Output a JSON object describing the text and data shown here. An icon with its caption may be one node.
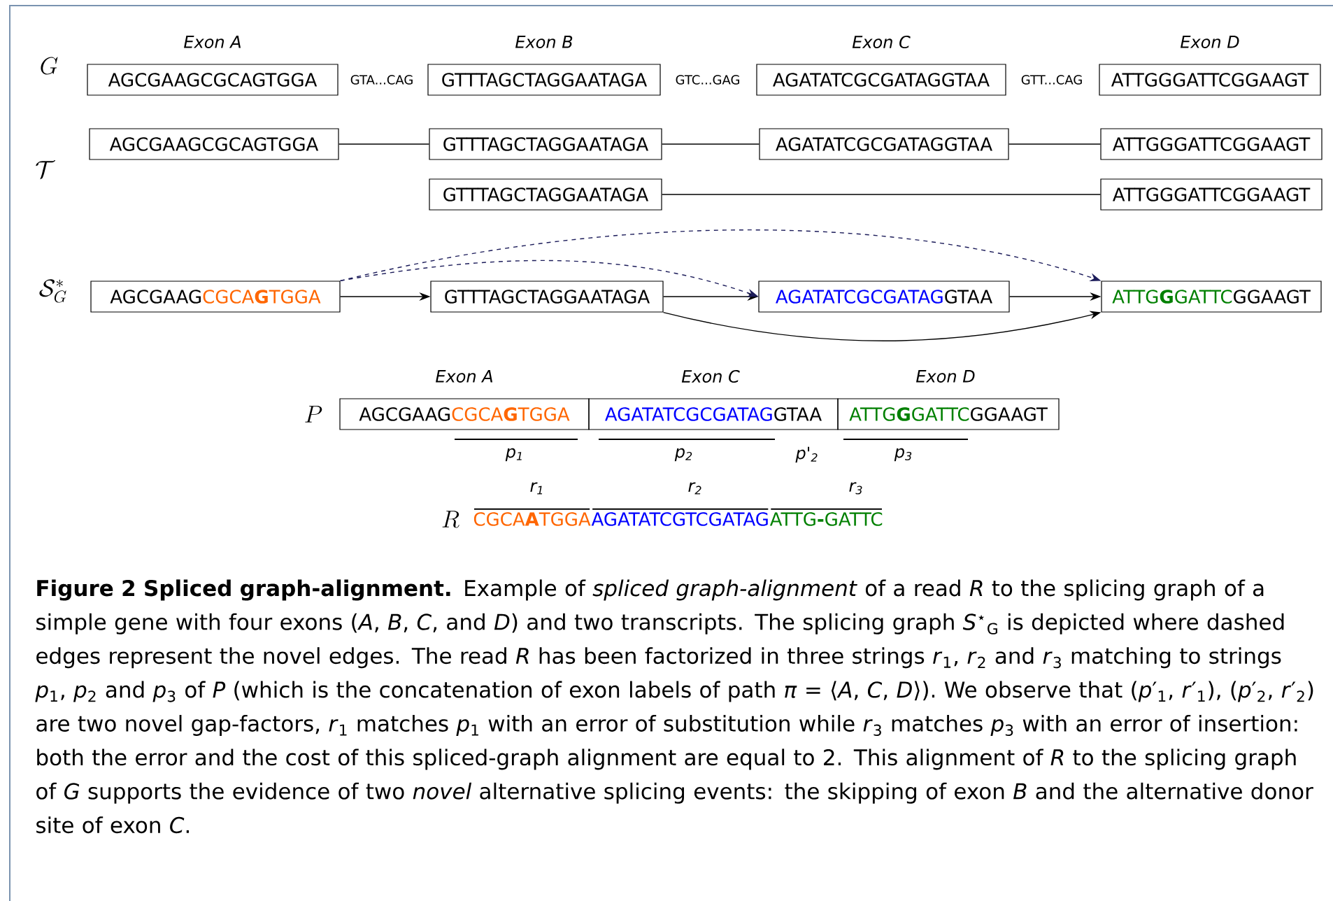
{
  "diagram": {
    "caption": "**Figure 2 Spliced graph-alignment.** Example of *spliced graph-alignment* of a read *R* to the splicing graph of a simple gene with four exons (*A*, *B*, *C*, and *D*) and two transcripts. The splicing graph *S*$^{⋆}$$_{G}$ is depicted where dashed edges represent the novel edges. The read *R* has been factorized in three strings *r*$_{1}$, *r*$_{2}$ and *r*$_{3}$ matching to strings *p*$_{1}$, *p*$_{2}$ and *p*$_{3}$ of *P* (which is the concatenation of exon labels of path *π* = ⟨*A*, *C*, *D*⟩). We observe that (*p*′$_{1}$, *r*′$_{1}$), (*p*′$_{2}$, *r*′$_{2}$) are two novel gap-factors, *r*$_{1}$ matches *p*$_{1}$ with an error of substitution while *r*$_{3}$ matches *p*$_{3}$ with an error of insertion: both the error and the cost of this spliced-graph alignment are equal to 2. This alignment of *R* to the splicing graph of *G* supports the evidence of two *novel* alternative splicing events: the skipping of exon *B* and the alternative donor site of exon *C*.",
    "nodes": [
      {
        "text": [
          "AGCGAAGCGCAGTGGA"
        ]
      },
      {
        "text": [
          "GTTTAGCTAGGAATAGA"
        ]
      },
      {
        "text": [
          "AGATATCGCGATAGGTAA"
        ]
      },
      {
        "text": [
          "ATTGGGATTCGGAAGT"
        ]
      },
      {
        "text": [
          "AGCGAAGCGCAGTGGA"
        ]
      },
      {
        "text": [
          "GTTTAGCTAGGAATAGA"
        ]
      },
      {
        "text": [
          "AGATATCGCGATAGGTAA"
        ]
      },
      {
        "text": [
          "ATTGGGATTCGGAAGT"
        ]
      },
      {
        "text": [
          "GTTTAGCTAGGAATAGA"
        ]
      },
      {
        "text": [
          "ATTGGGATTCGGAAGT"
        ]
      },
      {
        "text": [
          "AGCGAAG",
          "CGCA**G**TGGA"
        ]
      },
      {
        "text": [
          "GTTTAGCTAGGAATAGA"
        ]
      },
      {
        "text": [
          "AGATATCGCGATAG",
          "GTAA"
        ]
      },
      {
        "text": [
          "ATTG**G**GATTC",
          "GGAAGT"
        ]
      },
      {
        "text": [
          "AGCGAAG",
          "CGCA**G**TGGA"
        ]
      },
      {
        "text": [
          "AGATATCGCGATAG",
          "GTAA"
        ]
      },
      {
        "text": [
          "ATTG**G**GATTC",
          "GGAAGT"
        ]
      }
    ],
    "edges": [
      {
        "from": 4,
        "to": 5,
        "arrow": "none"
      },
      {
        "from": 5,
        "to": 6,
        "arrow": "none"
      },
      {
        "from": 6,
        "to": 7,
        "arrow": "none"
      },
      {
        "from": 8,
        "to": 9,
        "arrow": "none"
      },
      {
        "from": 10,
        "to": 11,
        "arrow": "to"
      },
      {
        "from": 11,
        "to": 12,
        "arrow": "to"
      },
      {
        "from": 12,
        "to": 13,
        "arrow": "to"
      },
      {
        "from": 11,
        "to": 13,
        "arrow": "to"
      },
      {
        "from": 10,
        "to": 12,
        "arrow": "to",
        "style": "dashed",
        "color": "#1c1c5a"
      },
      {
        "from": 10,
        "to": 13,
        "arrow": "to",
        "style": "dashed",
        "color": "#1c1c5a"
      }
    ],
    "labels": [
      "Exon A",
      "Exon B",
      "Exon C",
      "Exon D",
      "G",
      "GTA...CAG",
      "GTC...GAG",
      "GTT...CAG",
      "\\mathcal{T}",
      "\\mathcal{S}^{*}_{G}",
      "Exon A",
      "Exon C",
      "Exon D",
      "P",
      "p$_{1}$",
      "p$_{2}$",
      "p'$_{2}$",
      "p$_{3}$",
      "r$_{1}$",
      "r$_{2}$",
      "r$_{3}$",
      "R",
      "CGCA**A**TGGA",
      "AGATATCGTCGATAG",
      "ATTG**-**GATTC"
    ]
  }
}
